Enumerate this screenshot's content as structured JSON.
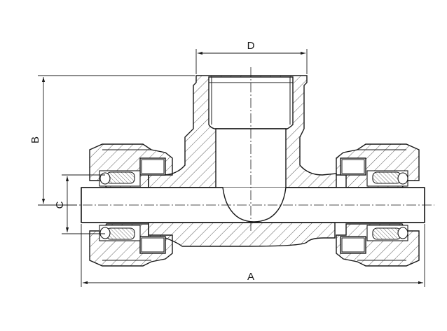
{
  "drawing": {
    "dimensions": {
      "a_label": "A",
      "b_label": "B",
      "c_label": "C",
      "d_label": "D"
    },
    "colors": {
      "line": "#1a1a1a",
      "hatch": "#333333",
      "background": "#ffffff"
    }
  }
}
